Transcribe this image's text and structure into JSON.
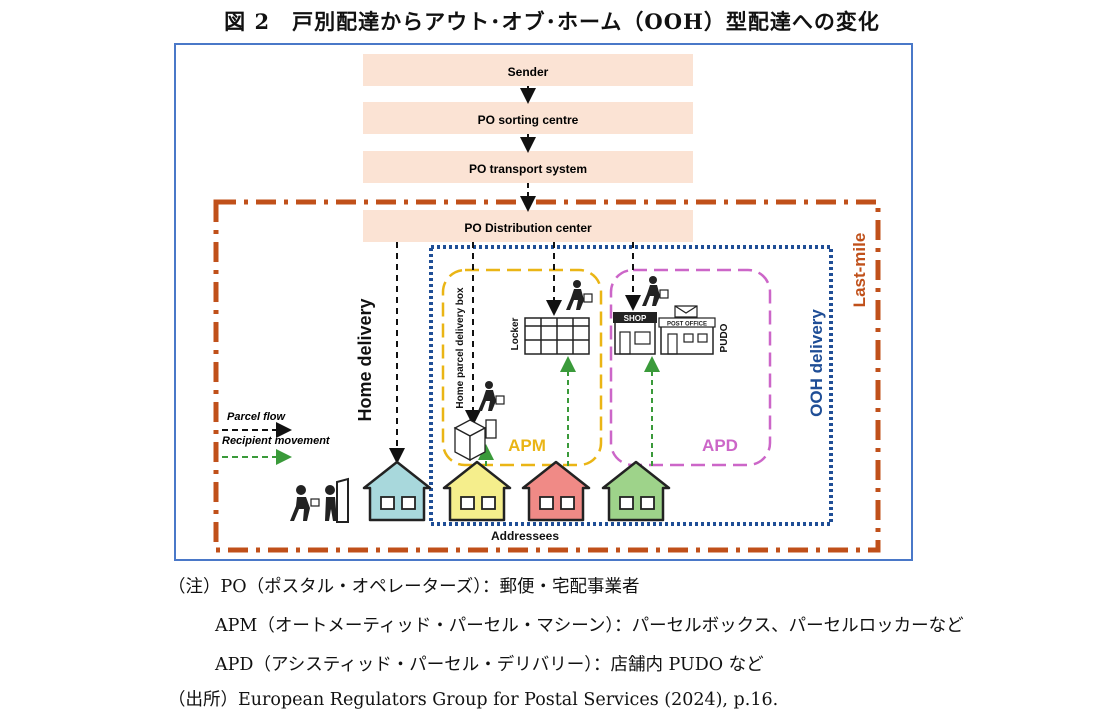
{
  "title": "図 2　戸別配達からアウト･オブ･ホーム（OOH）型配達への変化",
  "diagram": {
    "flow_boxes": [
      "Sender",
      "PO sorting centre",
      "PO transport system",
      "PO Distribution center"
    ],
    "last_mile_label": "Last-mile",
    "ooh_label": "OOH delivery",
    "home_delivery_label": "Home delivery",
    "apm_label": "APM",
    "apd_label": "APD",
    "home_parcel_box_label": "Home parcel delivery box",
    "locker_label": "Locker",
    "pudo_label": "PUDO",
    "shop_sign": "SHOP",
    "post_office_sign": "POST OFFICE",
    "addressees_label": "Addressees",
    "legend": {
      "parcel_flow": "Parcel flow",
      "recipient_movement": "Recipient movement"
    },
    "colors": {
      "flow_box": "#fbe3d4",
      "last_mile": "#c0501a",
      "ooh": "#1f4e96",
      "apm": "#eab515",
      "apd": "#cc66c8",
      "recipient_arrow": "#3a9a3a",
      "outer_frame": "#4a78c8",
      "house_blue": "#a8d8dc",
      "house_yellow": "#f5ee8c",
      "house_red": "#f08a86",
      "house_green": "#9ed38a"
    }
  },
  "notes": [
    "（注）PO（ポスタル・オペレーターズ）：郵便・宅配事業者",
    "APM（オートメーティッド・パーセル・マシーン）：パーセルボックス、パーセルロッカーなど",
    "APD（アシスティッド・パーセル・デリバリー）：店舗内 PUDO など",
    "（出所）European Regulators Group for Postal Services (2024), p.16."
  ]
}
